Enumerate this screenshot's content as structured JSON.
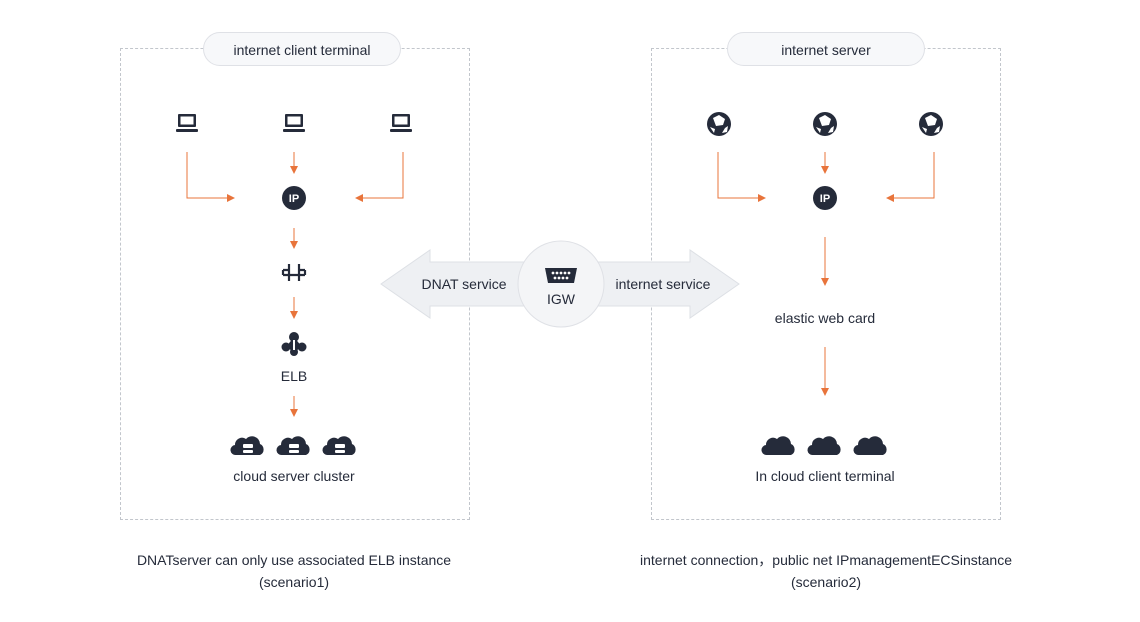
{
  "scenario1": {
    "title": "internet client terminal",
    "elb_label": "ELB",
    "cluster_label": "cloud server cluster",
    "caption_line1": "DNATserver can only use associated ELB instance",
    "caption_line2": "(scenario1)"
  },
  "scenario2": {
    "title": "internet server",
    "card_label": "elastic web card",
    "terminal_label": "In cloud client terminal",
    "caption_line1": "internet connection，public net IPmanagementECSinstance",
    "caption_line2": "(scenario2)"
  },
  "gateway": {
    "label": "IGW",
    "left_arrow_label": "DNAT service",
    "right_arrow_label": "internet service"
  },
  "ip_badge_text": "IP",
  "colors": {
    "arrow": "#e8743b",
    "icon": "#252b3a",
    "panel_border": "#c2c6cc",
    "pill_bg": "#f7f8fa",
    "arrow_shape": "#eef0f3",
    "gateway_circle": "#f4f5f7"
  },
  "icons": {
    "client": "laptop-icon",
    "server": "globe-icon",
    "ip": "ip-badge-icon",
    "dnat": "nat-switch-icon",
    "elb": "load-balancer-icon",
    "cloud_server": "cloud-server-icon",
    "cloud_client": "cloud-icon",
    "igw": "gateway-icon"
  }
}
